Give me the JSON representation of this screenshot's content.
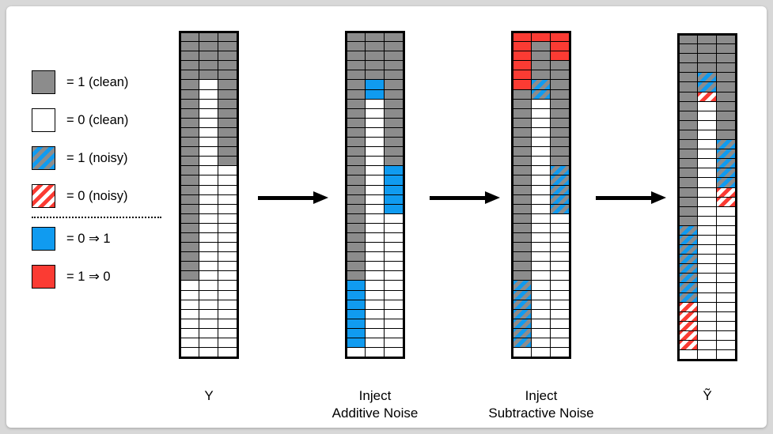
{
  "figure": {
    "background": "#ffffff",
    "page_background": "#d8d8d8"
  },
  "colors": {
    "clean_one": "#8c8c8c",
    "clean_zero": "#ffffff",
    "noisy_one_stripe": "#109bf0",
    "noisy_zero_stripe": "#fb3b33",
    "flip_zero_to_one": "#109bf0",
    "flip_one_to_zero": "#fb3b33",
    "outline": "#000000"
  },
  "legend": {
    "items": [
      {
        "swatch": "fill-gray",
        "icon": "legend-swatch-gray",
        "label": "= 1 (clean)"
      },
      {
        "swatch": "fill-white",
        "icon": "legend-swatch-white",
        "label": "= 0 (clean)"
      },
      {
        "swatch": "fill-bluehatch",
        "icon": "legend-swatch-blue-hatch",
        "label": "= 1 (noisy)"
      },
      {
        "swatch": "fill-redhatch",
        "icon": "legend-swatch-red-hatch",
        "label": "= 0 (noisy)"
      }
    ],
    "items_below_divider": [
      {
        "swatch": "fill-blue",
        "icon": "legend-swatch-blue",
        "label": "= 0 ⇒ 1"
      },
      {
        "swatch": "fill-red",
        "icon": "legend-swatch-red",
        "label": "= 1 ⇒ 0"
      }
    ],
    "divider": "dotted"
  },
  "arrows": [
    {
      "name": "arrow-1",
      "glyph": "→"
    },
    {
      "name": "arrow-2",
      "glyph": "→"
    },
    {
      "name": "arrow-3",
      "glyph": "→"
    }
  ],
  "grids": [
    {
      "id": "grid-y",
      "caption": "Y",
      "rows": 34,
      "cols": 3,
      "cells": [
        [
          "g",
          "g",
          "g"
        ],
        [
          "g",
          "g",
          "g"
        ],
        [
          "g",
          "g",
          "g"
        ],
        [
          "g",
          "g",
          "g"
        ],
        [
          "g",
          "g",
          "g"
        ],
        [
          "g",
          "w",
          "g"
        ],
        [
          "g",
          "w",
          "g"
        ],
        [
          "g",
          "w",
          "g"
        ],
        [
          "g",
          "w",
          "g"
        ],
        [
          "g",
          "w",
          "g"
        ],
        [
          "g",
          "w",
          "g"
        ],
        [
          "g",
          "w",
          "g"
        ],
        [
          "g",
          "w",
          "g"
        ],
        [
          "g",
          "w",
          "g"
        ],
        [
          "g",
          "w",
          "w"
        ],
        [
          "g",
          "w",
          "w"
        ],
        [
          "g",
          "w",
          "w"
        ],
        [
          "g",
          "w",
          "w"
        ],
        [
          "g",
          "w",
          "w"
        ],
        [
          "g",
          "w",
          "w"
        ],
        [
          "g",
          "w",
          "w"
        ],
        [
          "g",
          "w",
          "w"
        ],
        [
          "g",
          "w",
          "w"
        ],
        [
          "g",
          "w",
          "w"
        ],
        [
          "g",
          "w",
          "w"
        ],
        [
          "g",
          "w",
          "w"
        ],
        [
          "w",
          "w",
          "w"
        ],
        [
          "w",
          "w",
          "w"
        ],
        [
          "w",
          "w",
          "w"
        ],
        [
          "w",
          "w",
          "w"
        ],
        [
          "w",
          "w",
          "w"
        ],
        [
          "w",
          "w",
          "w"
        ],
        [
          "w",
          "w",
          "w"
        ],
        [
          "w",
          "w",
          "w"
        ]
      ]
    },
    {
      "id": "grid-additive",
      "caption": "Inject\nAdditive Noise",
      "rows": 34,
      "cols": 3,
      "cells": [
        [
          "g",
          "g",
          "g"
        ],
        [
          "g",
          "g",
          "g"
        ],
        [
          "g",
          "g",
          "g"
        ],
        [
          "g",
          "g",
          "g"
        ],
        [
          "g",
          "g",
          "g"
        ],
        [
          "g",
          "b",
          "g"
        ],
        [
          "g",
          "b",
          "g"
        ],
        [
          "g",
          "w",
          "g"
        ],
        [
          "g",
          "w",
          "g"
        ],
        [
          "g",
          "w",
          "g"
        ],
        [
          "g",
          "w",
          "g"
        ],
        [
          "g",
          "w",
          "g"
        ],
        [
          "g",
          "w",
          "g"
        ],
        [
          "g",
          "w",
          "g"
        ],
        [
          "g",
          "w",
          "b"
        ],
        [
          "g",
          "w",
          "b"
        ],
        [
          "g",
          "w",
          "b"
        ],
        [
          "g",
          "w",
          "b"
        ],
        [
          "g",
          "w",
          "b"
        ],
        [
          "g",
          "w",
          "w"
        ],
        [
          "g",
          "w",
          "w"
        ],
        [
          "g",
          "w",
          "w"
        ],
        [
          "g",
          "w",
          "w"
        ],
        [
          "g",
          "w",
          "w"
        ],
        [
          "g",
          "w",
          "w"
        ],
        [
          "g",
          "w",
          "w"
        ],
        [
          "b",
          "w",
          "w"
        ],
        [
          "b",
          "w",
          "w"
        ],
        [
          "b",
          "w",
          "w"
        ],
        [
          "b",
          "w",
          "w"
        ],
        [
          "b",
          "w",
          "w"
        ],
        [
          "b",
          "w",
          "w"
        ],
        [
          "b",
          "w",
          "w"
        ],
        [
          "w",
          "w",
          "w"
        ]
      ]
    },
    {
      "id": "grid-subtractive",
      "caption": "Inject\nSubtractive Noise",
      "rows": 34,
      "cols": 3,
      "cells": [
        [
          "r",
          "r",
          "r"
        ],
        [
          "r",
          "g",
          "r"
        ],
        [
          "r",
          "g",
          "r"
        ],
        [
          "r",
          "g",
          "g"
        ],
        [
          "r",
          "g",
          "g"
        ],
        [
          "r",
          "bh",
          "g"
        ],
        [
          "g",
          "bh",
          "g"
        ],
        [
          "g",
          "w",
          "g"
        ],
        [
          "g",
          "w",
          "g"
        ],
        [
          "g",
          "w",
          "g"
        ],
        [
          "g",
          "w",
          "g"
        ],
        [
          "g",
          "w",
          "g"
        ],
        [
          "g",
          "w",
          "g"
        ],
        [
          "g",
          "w",
          "g"
        ],
        [
          "g",
          "w",
          "bh"
        ],
        [
          "g",
          "w",
          "bh"
        ],
        [
          "g",
          "w",
          "bh"
        ],
        [
          "g",
          "w",
          "bh"
        ],
        [
          "g",
          "w",
          "bh"
        ],
        [
          "g",
          "w",
          "w"
        ],
        [
          "g",
          "w",
          "w"
        ],
        [
          "g",
          "w",
          "w"
        ],
        [
          "g",
          "w",
          "w"
        ],
        [
          "g",
          "w",
          "w"
        ],
        [
          "g",
          "w",
          "w"
        ],
        [
          "g",
          "w",
          "w"
        ],
        [
          "bh",
          "w",
          "w"
        ],
        [
          "bh",
          "w",
          "w"
        ],
        [
          "bh",
          "w",
          "w"
        ],
        [
          "bh",
          "w",
          "w"
        ],
        [
          "bh",
          "w",
          "w"
        ],
        [
          "bh",
          "w",
          "w"
        ],
        [
          "bh",
          "w",
          "w"
        ],
        [
          "w",
          "w",
          "w"
        ]
      ]
    },
    {
      "id": "grid-ytilde",
      "caption": "Ỹ",
      "rows": 34,
      "cols": 3,
      "cells": [
        [
          "g",
          "g",
          "g"
        ],
        [
          "g",
          "g",
          "g"
        ],
        [
          "g",
          "g",
          "g"
        ],
        [
          "g",
          "g",
          "g"
        ],
        [
          "g",
          "bh",
          "g"
        ],
        [
          "g",
          "bh",
          "g"
        ],
        [
          "g",
          "rh",
          "g"
        ],
        [
          "g",
          "w",
          "g"
        ],
        [
          "g",
          "w",
          "g"
        ],
        [
          "g",
          "w",
          "g"
        ],
        [
          "g",
          "w",
          "g"
        ],
        [
          "g",
          "w",
          "bh"
        ],
        [
          "g",
          "w",
          "bh"
        ],
        [
          "g",
          "w",
          "bh"
        ],
        [
          "g",
          "w",
          "bh"
        ],
        [
          "g",
          "w",
          "bh"
        ],
        [
          "g",
          "w",
          "rh"
        ],
        [
          "g",
          "w",
          "rh"
        ],
        [
          "g",
          "w",
          "w"
        ],
        [
          "g",
          "w",
          "w"
        ],
        [
          "bh",
          "w",
          "w"
        ],
        [
          "bh",
          "w",
          "w"
        ],
        [
          "bh",
          "w",
          "w"
        ],
        [
          "bh",
          "w",
          "w"
        ],
        [
          "bh",
          "w",
          "w"
        ],
        [
          "bh",
          "w",
          "w"
        ],
        [
          "bh",
          "w",
          "w"
        ],
        [
          "bh",
          "w",
          "w"
        ],
        [
          "rh",
          "w",
          "w"
        ],
        [
          "rh",
          "w",
          "w"
        ],
        [
          "rh",
          "w",
          "w"
        ],
        [
          "rh",
          "w",
          "w"
        ],
        [
          "rh",
          "w",
          "w"
        ],
        [
          "w",
          "w",
          "w"
        ]
      ]
    }
  ]
}
